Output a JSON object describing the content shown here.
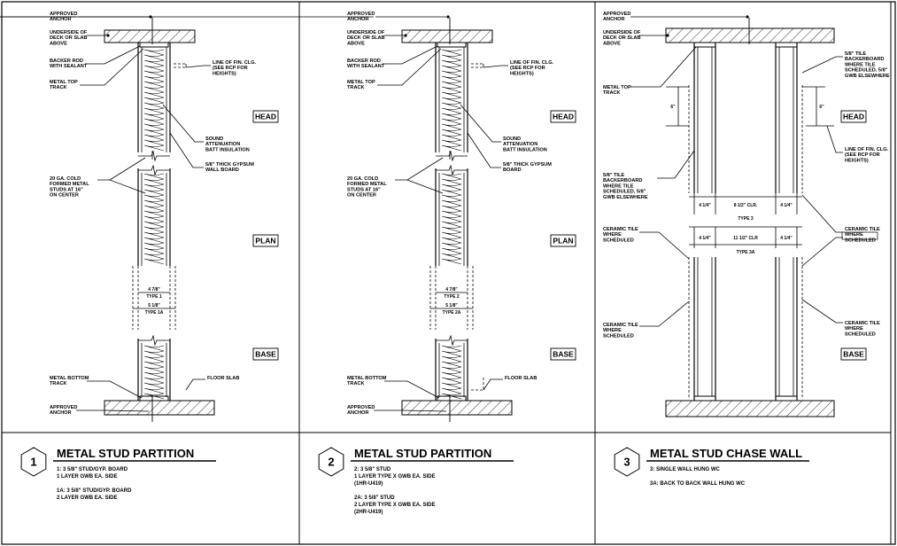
{
  "panels": [
    {
      "number": "1",
      "title": "METAL STUD PARTITION",
      "notes": [
        [
          "1:  3 5/8\" STUD/GYP. BOARD",
          "      1 LAYER GWB EA. SIDE"
        ],
        [
          "1A:  3 5/8\" STUD/GYP. BOARD",
          "        2 LAYER GWB EA. SIDE"
        ]
      ],
      "tags": {
        "head": "HEAD",
        "plan": "PLAN",
        "base": "BASE"
      },
      "labels": {
        "anchor_top": [
          "APPROVED",
          "ANCHOR"
        ],
        "underside": [
          "UNDERSIDE OF",
          "DECK OR SLAB",
          "ABOVE"
        ],
        "backer_rod": [
          "BACKER ROD",
          "WITH SEALANT"
        ],
        "top_track": [
          "METAL TOP",
          "TRACK"
        ],
        "line_fin": [
          "LINE OF FIN. CLG.",
          "(SEE RCP FOR",
          "HEIGHTS)"
        ],
        "sound": [
          "SOUND",
          "ATTENUATION",
          "BATT INSULATION"
        ],
        "gypsum": [
          "5/8\" THICK GYPSUM",
          "WALL BOARD"
        ],
        "studs": [
          "20 GA. COLD",
          "FORMED METAL",
          "STUDS AT 16\"",
          "ON CENTER"
        ],
        "bottom_track": [
          "METAL BOTTOM",
          "TRACK"
        ],
        "floor_slab": [
          "FLOOR SLAB"
        ],
        "anchor_bottom": [
          "APPROVED",
          "ANCHOR"
        ]
      },
      "dims": {
        "upper": "4 7/8\"",
        "upper_type": "TYPE 1",
        "lower": "5 1/8\"",
        "lower_type": "TYPE 1A"
      }
    },
    {
      "number": "2",
      "title": "METAL STUD PARTITION",
      "notes": [
        [
          "2:  3 5/8\" STUD",
          "      1 LAYER TYPE X GWB EA. SIDE",
          "      (1HR-U419)"
        ],
        [
          "2A:  3 5/8\" STUD",
          "        2 LAYER TYPE X GWB EA. SIDE",
          "        (2HR-U419)"
        ]
      ],
      "tags": {
        "head": "HEAD",
        "plan": "PLAN",
        "base": "BASE"
      },
      "labels": {
        "anchor_top": [
          "APPROVED",
          "ANCHOR"
        ],
        "underside": [
          "UNDERSIDE OF",
          "DECK OR SLAB",
          "ABOVE"
        ],
        "backer_rod": [
          "BACKER ROD",
          "WITH SEALANT"
        ],
        "top_track": [
          "METAL TOP",
          "TRACK"
        ],
        "line_fin": [
          "LINE OF FIN. CLG.",
          "(SEE RCP FOR",
          "HEIGHTS)"
        ],
        "sound": [
          "SOUND",
          "ATTENUATION",
          "BATT INSULATION"
        ],
        "gypsum": [
          "5/8\" THICK GYPSUM",
          "BOARD"
        ],
        "studs": [
          "20 GA. COLD",
          "FORMED METAL",
          "STUDS AT 16\"",
          "ON CENTER"
        ],
        "bottom_track": [
          "METAL BOTTOM",
          "TRACK"
        ],
        "floor_slab": [
          "FLOOR SLAB"
        ],
        "anchor_bottom": [
          "APPROVED",
          "ANCHOR"
        ]
      },
      "dims": {
        "upper": "4 7/8\"",
        "upper_type": "TYPE 2",
        "lower": "5 1/8\"",
        "lower_type": "TYPE 2A"
      }
    },
    {
      "number": "3",
      "title": "METAL STUD CHASE WALL",
      "notes": [
        [
          "3:  SINGLE WALL HUNG WC"
        ],
        [
          "3A:  BACK TO BACK WALL HUNG WC"
        ]
      ],
      "tags": {
        "head": "HEAD",
        "base": "BASE"
      },
      "labels": {
        "anchor_top": [
          "APPROVED",
          "ANCHOR"
        ],
        "underside": [
          "UNDERSIDE OF",
          "DECK OR SLAB",
          "ABOVE"
        ],
        "top_track": [
          "METAL TOP",
          "TRACK"
        ],
        "tile_backer_right": [
          "5/8\" TILE",
          "BACKERBOARD",
          "WHERE TILE",
          "SCHEDULED, 5/8\"",
          "GWB ELSEWHERE"
        ],
        "tile_backer_left": [
          "5/8\" TILE",
          "BACKERBOARD",
          "WHERE TILE",
          "SCHEDULED, 5/8\"",
          "GWB ELSEWHERE"
        ],
        "line_fin": [
          "LINE OF FIN. CLG.",
          "(SEE RCP FOR",
          "HEIGHTS)"
        ],
        "ceramic_left_upper": [
          "CERAMIC TILE",
          "WHERE",
          "SCHEDULED"
        ],
        "ceramic_right_upper": [
          "CERAMIC TILE",
          "WHERE",
          "SCHEDULED"
        ],
        "ceramic_left_lower": [
          "CERAMIC TILE",
          "WHERE",
          "SCHEDULED"
        ],
        "ceramic_right_lower": [
          "CERAMIC TILE",
          "WHERE",
          "SCHEDULED"
        ]
      },
      "height_marks": [
        "6\"",
        "6\""
      ],
      "dims_type3": {
        "left": "4 1/4\"",
        "mid": "8 1/2\" CLR.",
        "right": "4 1/4\"",
        "type": "TYPE 3"
      },
      "dims_type3a": {
        "left": "4 1/4\"",
        "mid": "11 1/2\" CLR",
        "right": "4 1/4\"",
        "type": "TYPE 3A"
      }
    }
  ]
}
